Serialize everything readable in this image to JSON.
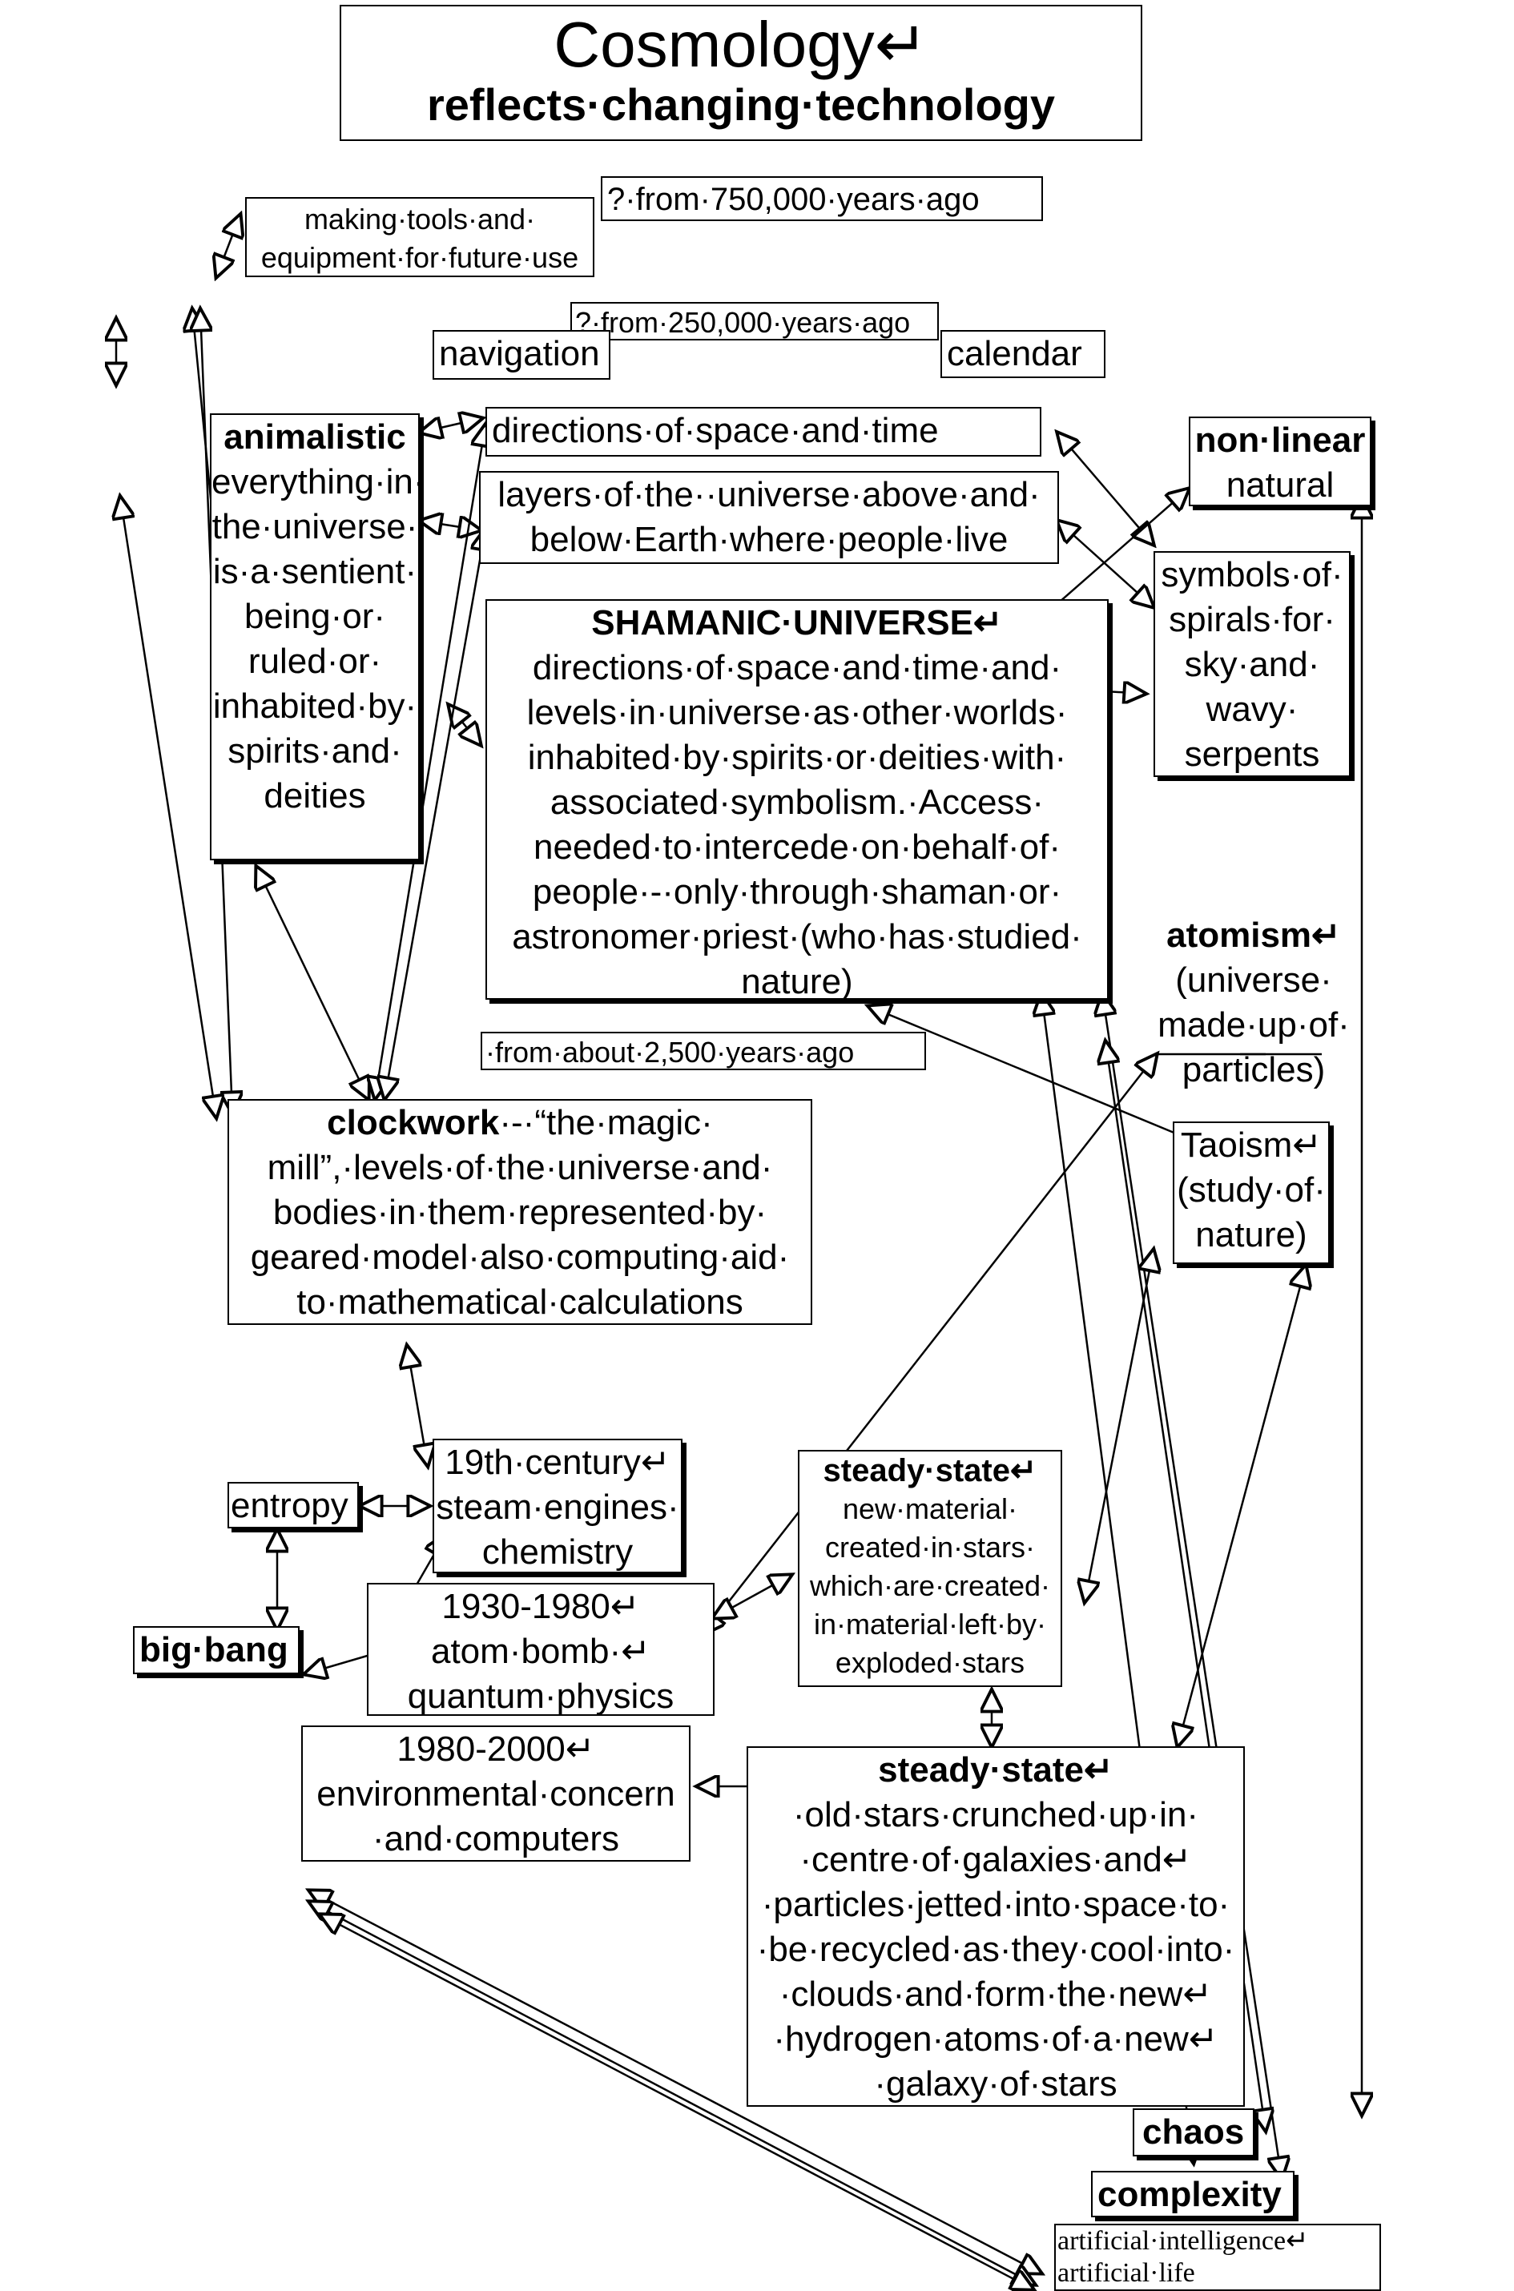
{
  "title": {
    "main": "Cosmology↵",
    "sub": "reflects·changing·technology"
  },
  "labels": {
    "from_750k": "?·from·750,000·years·ago",
    "from_250k": "?·from·250,000·years·ago",
    "from_2500": "·from·about·2,500·years·ago",
    "navigation": "navigation",
    "calendar": "calendar"
  },
  "tools": {
    "line1": "making·tools·and·",
    "line2": "equipment·for·future·use"
  },
  "animalistic": {
    "heading": "animalistic",
    "lines": [
      "everything·in·",
      "the·universe·",
      "is·a·sentient·",
      "being·or·",
      "ruled·or·",
      "inhabited·by·",
      "spirits·and·",
      "deities"
    ]
  },
  "directions": {
    "text": "directions·of·space·and·time"
  },
  "layers": {
    "line1": "layers·of·the··universe·above·and·",
    "line2": "below·Earth·where·people·live"
  },
  "shamanic": {
    "heading": "SHAMANIC·UNIVERSE↵",
    "lines": [
      "directions·of·space·and·time·and·",
      "levels·in·universe·as·other·worlds·",
      "inhabited·by·spirits·or·deities·with·",
      "associated·symbolism.·Access·",
      "needed·to·intercede·on·behalf·of·",
      "people·-·only·through·shaman·or·",
      "astronomer·priest·(who·has·studied·",
      "nature)"
    ]
  },
  "nonlinear": {
    "heading": "non·linear",
    "line2": "natural"
  },
  "symbols": {
    "lines": [
      "symbols·of·",
      "spirals·for·",
      "sky·and·",
      "wavy·",
      "serpents"
    ]
  },
  "atomism": {
    "heading": "atomism↵",
    "lines": [
      "(universe·",
      "made·up·of·",
      "particles)"
    ]
  },
  "taoism": {
    "lines": [
      "Taoism↵",
      "(study·of·",
      "nature)"
    ]
  },
  "clockwork": {
    "heading": "clockwork",
    "line1_rest": "·-·“the·magic·",
    "lines": [
      "mill”,·levels·of·the·universe·and·",
      "bodies·in·them·represented·by·",
      "geared·model·also·computing·aid·",
      "to·mathematical·calculations"
    ]
  },
  "nineteenth": {
    "lines": [
      "19th·century↵",
      "steam·engines·",
      "chemistry"
    ]
  },
  "entropy": {
    "text": "entropy"
  },
  "bigbang": {
    "text": "big·bang"
  },
  "era_1930": {
    "lines": [
      "1930-1980↵",
      "atom·bomb·↵",
      "quantum·physics"
    ]
  },
  "steady1": {
    "heading": "steady·state↵",
    "lines": [
      "new·material·",
      "created·in·stars·",
      "which·are·created·",
      "in·material·left·by·",
      "exploded·stars"
    ]
  },
  "era_1980": {
    "lines": [
      "1980-2000↵",
      "environmental·concern",
      "·and·computers"
    ]
  },
  "steady2": {
    "heading": "steady·state↵",
    "lines": [
      "·old·stars·crunched·up·in·",
      "·centre·of·galaxies·and↵",
      "·particles·jetted·into·space·to·",
      "·be·recycled·as·they·cool·into·",
      "·clouds·and·form·the·new↵",
      "·hydrogen·atoms·of·a·new↵",
      "·galaxy·of·stars"
    ]
  },
  "chaos": {
    "text": "chaos"
  },
  "complexity": {
    "text": "complexity"
  },
  "ai": {
    "line1": "artificial·intelligence↵",
    "line2": "artificial·life"
  }
}
